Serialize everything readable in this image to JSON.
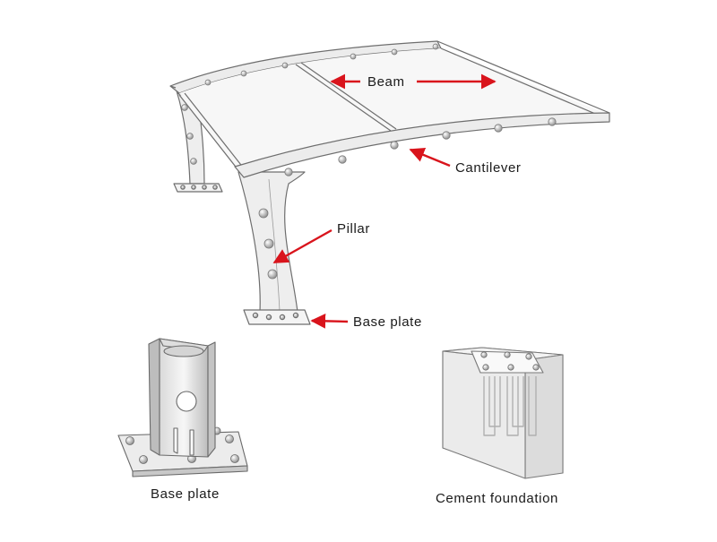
{
  "labels": {
    "beam": "Beam",
    "cantilever": "Cantilever",
    "pillar": "Pillar",
    "base_plate": "Base plate"
  },
  "captions": {
    "base_plate": "Base plate",
    "cement_foundation": "Cement foundation"
  },
  "colors": {
    "arrow": "#d9141c",
    "outline": "#6e6e6e",
    "fill": "#eeeeee",
    "bolt": "#9a9a9a"
  }
}
